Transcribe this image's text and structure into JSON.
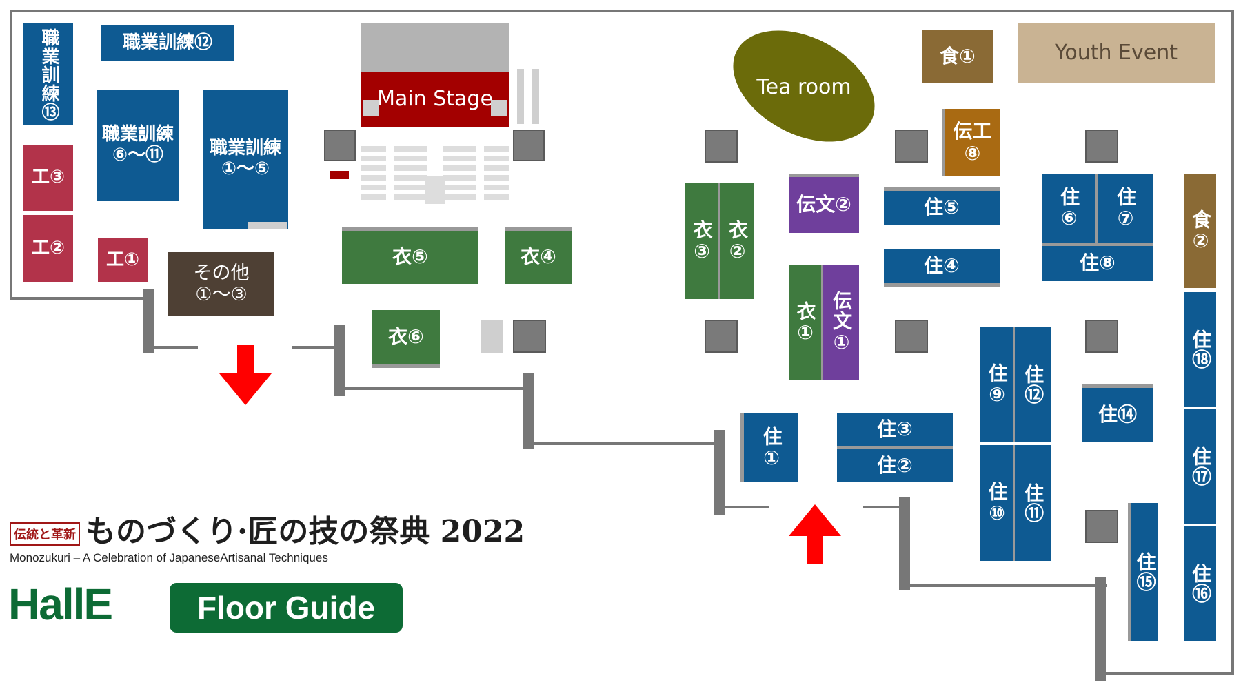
{
  "booths": {
    "shokugyo12": "職業訓練⑫",
    "shokugyo13": "職業訓練⑬",
    "shokugyo6_11_a": "職業訓練",
    "shokugyo6_11_b": "⑥～⑪",
    "shokugyo1_5_a": "職業訓練",
    "shokugyo1_5_b": "①～⑤",
    "ko3": "工③",
    "ko2": "工②",
    "ko1": "工①",
    "sonota_a": "その他",
    "sonota_b": "①～③",
    "main_stage": "Main Stage",
    "i5": "衣⑤",
    "i4": "衣④",
    "i6": "衣⑥",
    "tea_room": "Tea room",
    "shoku1": "食①",
    "youth_event": "Youth Event",
    "denko8": "伝工⑧",
    "denbun2": "伝文②",
    "i3": "衣③",
    "i2": "衣②",
    "i1": "衣①",
    "denbun1": "伝文①",
    "ju5": "住⑤",
    "ju4": "住④",
    "ju6": "住⑥",
    "ju7": "住⑦",
    "ju8": "住⑧",
    "shoku2": "食②",
    "ju18": "住⑱",
    "ju17": "住⑰",
    "ju16": "住⑯",
    "ju15": "住⑮",
    "ju14": "住⑭",
    "ju9": "住⑨",
    "ju12": "住⑫",
    "ju10": "住⑩",
    "ju11": "住⑪",
    "ju3": "住③",
    "ju2": "住②",
    "ju1": "住①"
  },
  "legend": {
    "badge": "伝統と革新",
    "title": "ものづくり·匠の技の祭典 2022",
    "subtitle": "Monozukuri – A Celebration of JapaneseArtisanal Techniques",
    "hall": "HallE",
    "floor_guide": "Floor Guide"
  },
  "colors": {
    "kunren": "#0e5a92",
    "ko": "#b2334a",
    "i": "#3f7a3f",
    "denbun": "#6f3f9c",
    "denko": "#a96a12",
    "shoku": "#8a6a35",
    "tea_room": "#6b6b0a",
    "youth_event": "#c9b393",
    "main_stage": "#a30000",
    "entrance_arrow": "#ff0000",
    "brand_green": "#0d6b35"
  },
  "entrances": {
    "left": "down-arrow",
    "right": "up-arrow"
  }
}
